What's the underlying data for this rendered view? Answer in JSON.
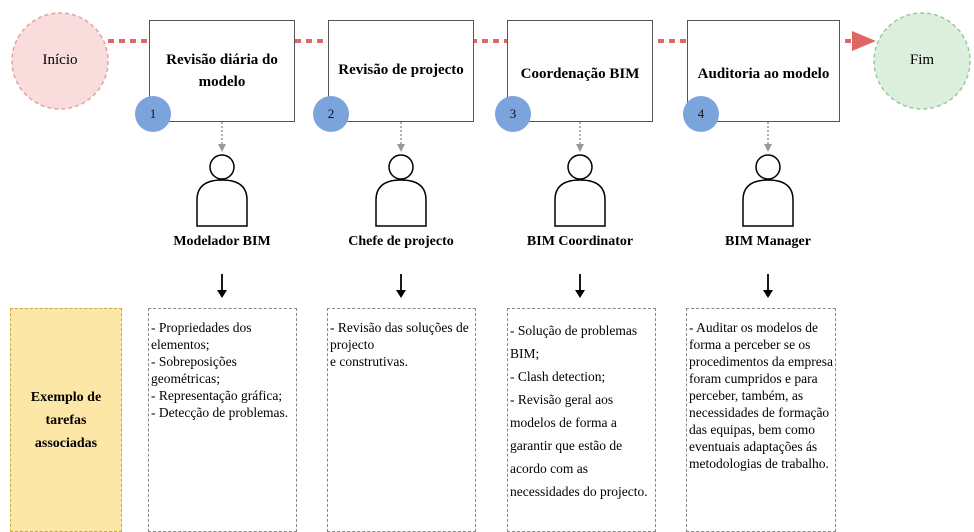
{
  "flow": {
    "start_label": "Início",
    "end_label": "Fim"
  },
  "stages": [
    {
      "number": "1",
      "title": "Revisão diária do modelo",
      "role": "Modelador BIM",
      "tasks": [
        "- Propriedades dos elementos;",
        "- Sobreposições geométricas;",
        "- Representação gráfica;",
        "- Detecção de problemas."
      ]
    },
    {
      "number": "2",
      "title": "Revisão de projecto",
      "role": "Chefe de projecto",
      "tasks": [
        "- Revisão das soluções de projecto",
        "e construtivas."
      ]
    },
    {
      "number": "3",
      "title": "Coordenação BIM",
      "role": "BIM Coordinator",
      "tasks": [
        "- Solução de problemas BIM;",
        "- Clash detection;",
        "- Revisão geral aos modelos de forma a garantir que estão de acordo com as necessidades do projecto."
      ]
    },
    {
      "number": "4",
      "title": "Auditoria ao modelo",
      "role": "BIM Manager",
      "tasks": [
        "- Auditar os modelos de forma a perceber se os procedimentos da empresa foram cumpridos e para perceber, também, as necessidades de formação das equipas, bem como eventuais adaptações ás metodologias de trabalho."
      ]
    }
  ],
  "side_label": "Exemplo de tarefas associadas",
  "colors": {
    "start_circle": "#f9dcdc",
    "end_circle": "#dcefdc",
    "flow_arrow": "#e06666",
    "badge": "#7ba3dc",
    "side_box": "#fde7a6"
  }
}
